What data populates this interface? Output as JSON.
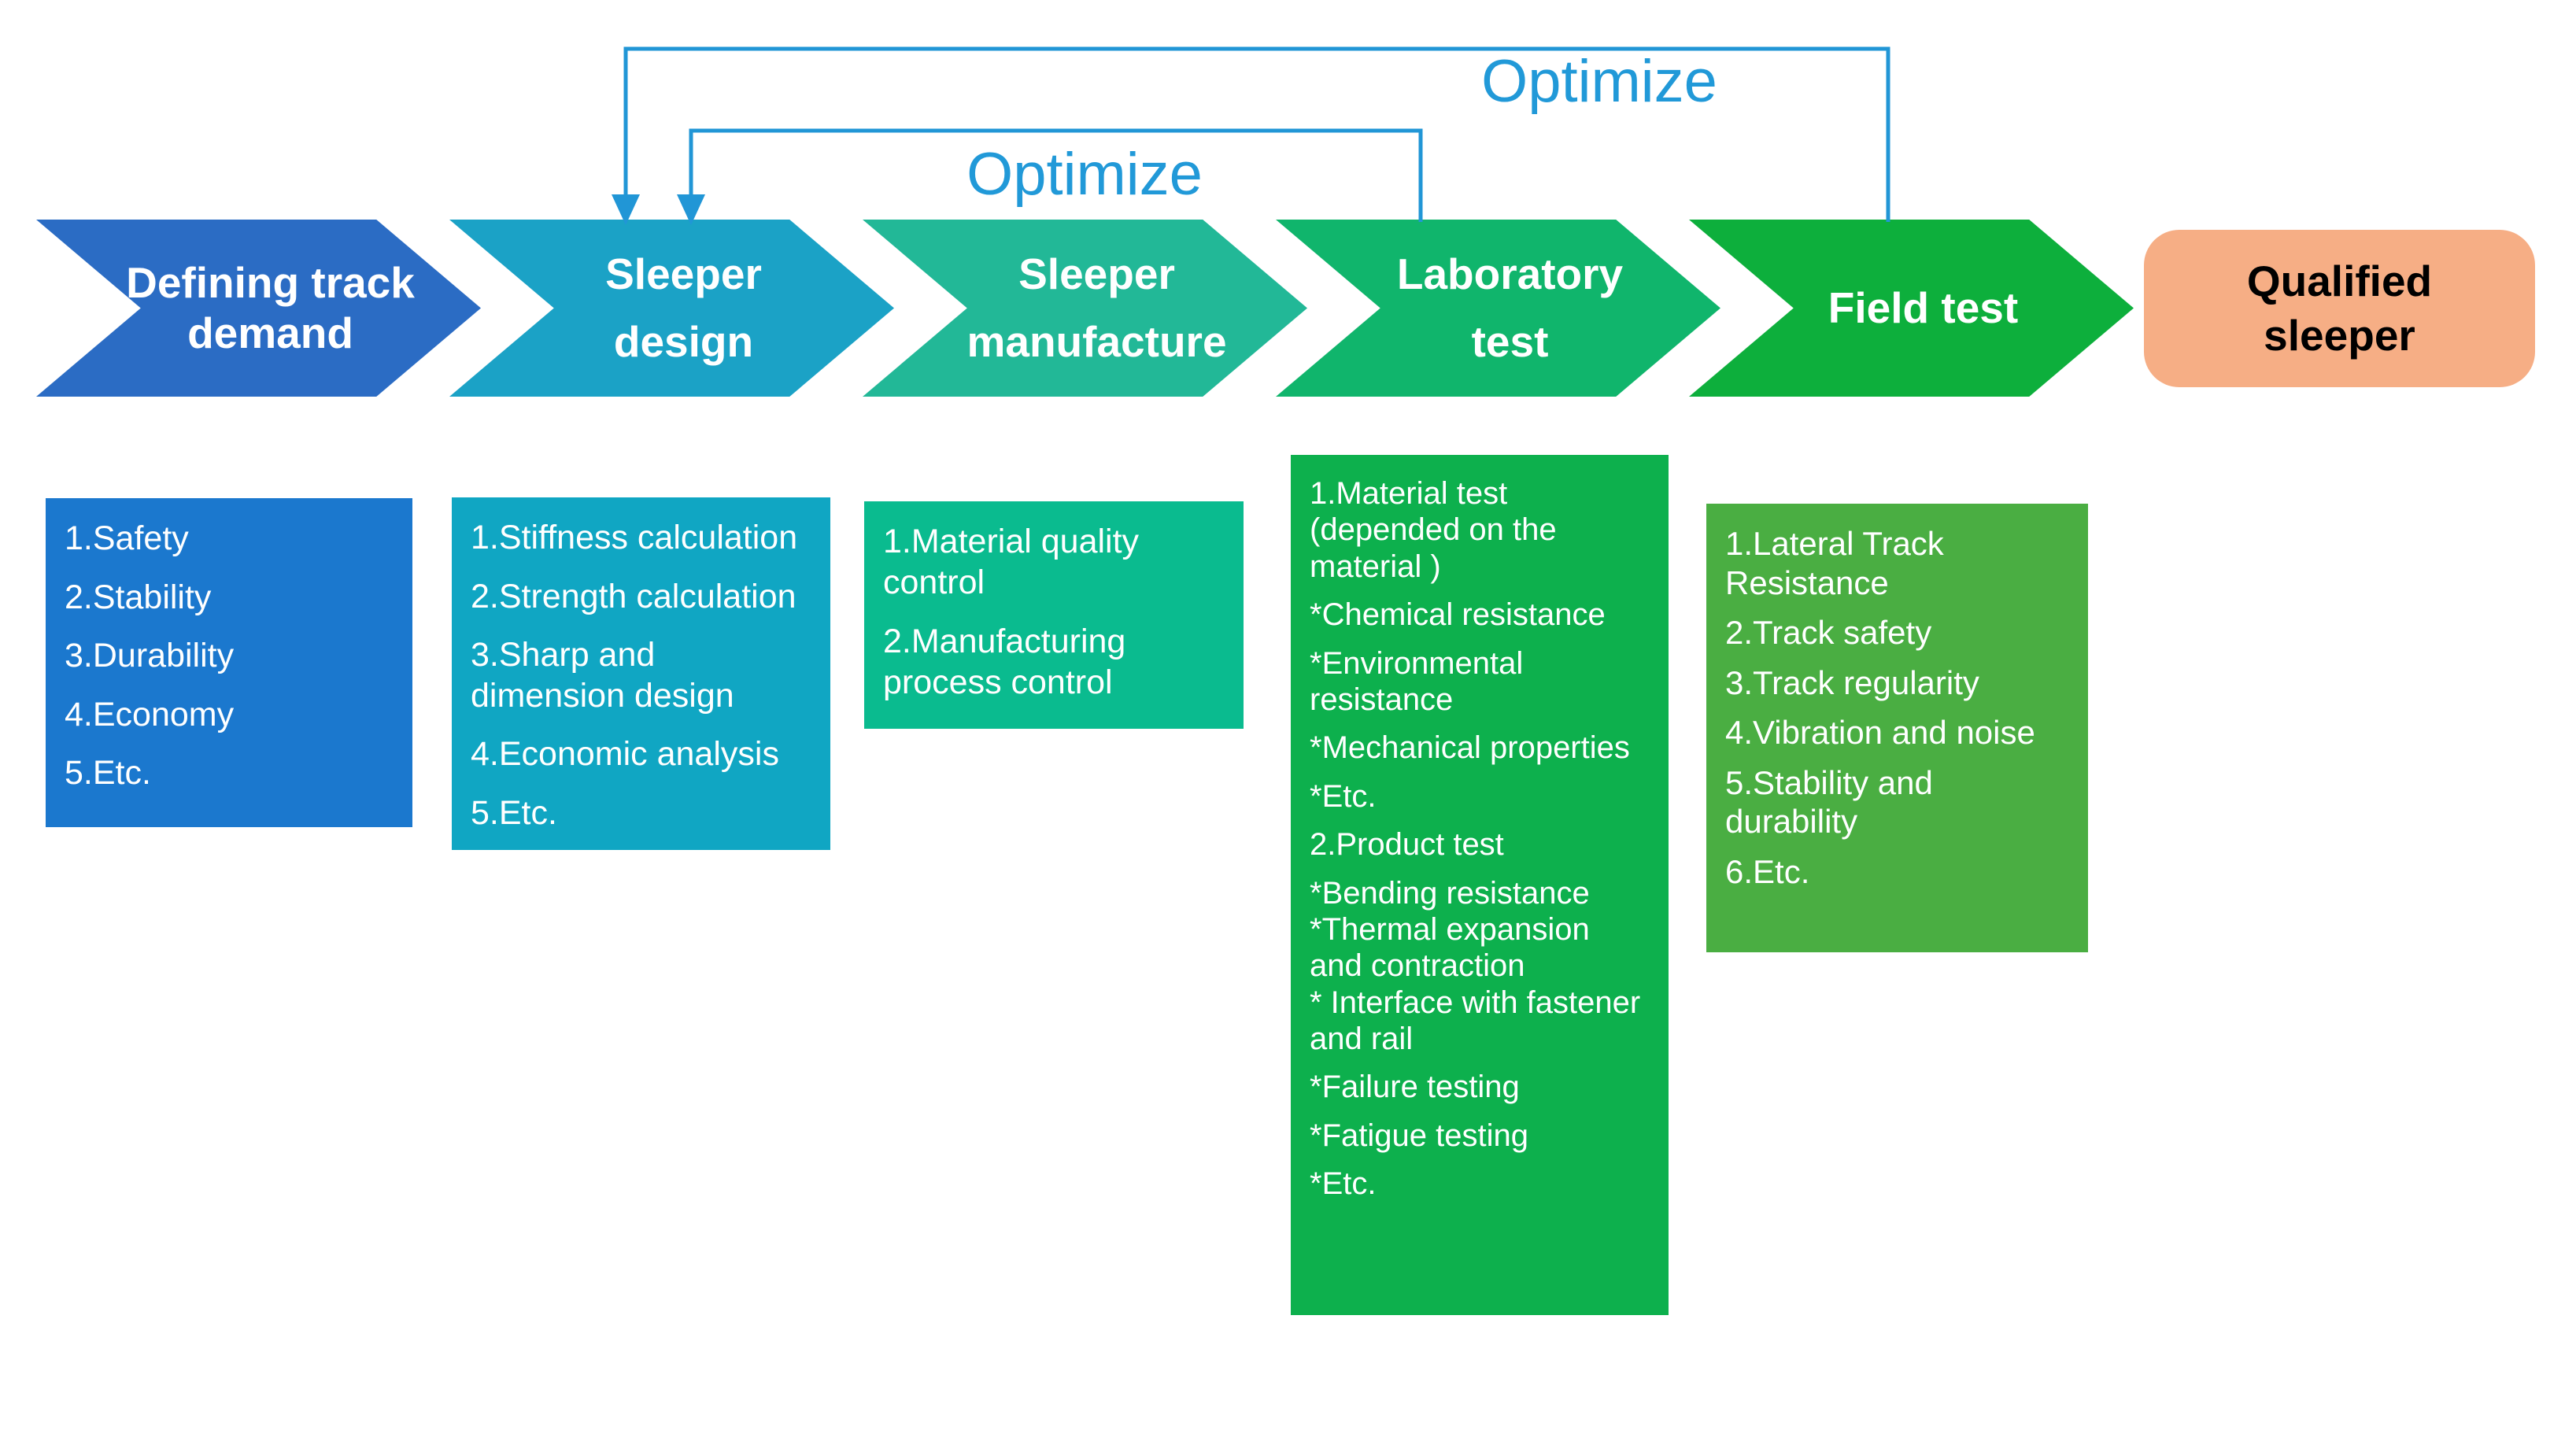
{
  "optimize": {
    "outer_label": "Optimize",
    "inner_label": "Optimize"
  },
  "colors": {
    "page_bg": "#FFFFFF",
    "connector": "#2196D6",
    "optimize_text": "#2199D8",
    "box_text": "#FFFFFF",
    "result_text": "#000000"
  },
  "stages": [
    {
      "name": "defining-track-demand",
      "label_lines": [
        "Defining track",
        "demand"
      ],
      "color": "#2B6CC4"
    },
    {
      "name": "sleeper-design",
      "label_lines": [
        "Sleeper",
        "design"
      ],
      "color": "#1BA2C6"
    },
    {
      "name": "sleeper-manufacture",
      "label_lines": [
        "Sleeper",
        "manufacture"
      ],
      "color": "#22B897"
    },
    {
      "name": "laboratory-test",
      "label_lines": [
        "Laboratory",
        "test"
      ],
      "color": "#10B56C"
    },
    {
      "name": "field-test",
      "label_lines": [
        "Field test"
      ],
      "color": "#0DAF3C"
    }
  ],
  "result": {
    "label_lines": [
      "Qualified",
      "sleeper"
    ],
    "color": "#F6AE85"
  },
  "boxes": [
    {
      "stage": "defining-track-demand",
      "color": "#1B78CE",
      "items": [
        "1.Safety",
        "2.Stability",
        "3.Durability",
        "4.Economy",
        "5.Etc."
      ]
    },
    {
      "stage": "sleeper-design",
      "color": "#10A6C3",
      "items": [
        "1.Stiffness calculation",
        "2.Strength calculation",
        "3.Sharp and dimension design",
        "4.Economic analysis",
        "5.Etc."
      ]
    },
    {
      "stage": "sleeper-manufacture",
      "color": "#0ABB8F",
      "items": [
        "1.Material quality control",
        "2.Manufacturing process control"
      ]
    },
    {
      "stage": "laboratory-test",
      "color": "#0DB04D",
      "items": [
        "1.Material test (depended on the material )",
        "*Chemical resistance",
        "*Environmental resistance",
        "*Mechanical properties",
        "*Etc.",
        "2.Product test",
        "*Bending resistance",
        {
          "text": "*Thermal expansion and contraction",
          "tight": true
        },
        {
          "text": "* Interface with fastener and rail",
          "tight": true
        },
        "*Failure testing",
        "*Fatigue testing",
        "*Etc."
      ]
    },
    {
      "stage": "field-test",
      "color": "#4AAE42",
      "items": [
        "1.Lateral Track Resistance",
        "2.Track safety",
        "3.Track regularity",
        "4.Vibration and noise",
        "5.Stability and durability",
        "6.Etc."
      ]
    }
  ]
}
